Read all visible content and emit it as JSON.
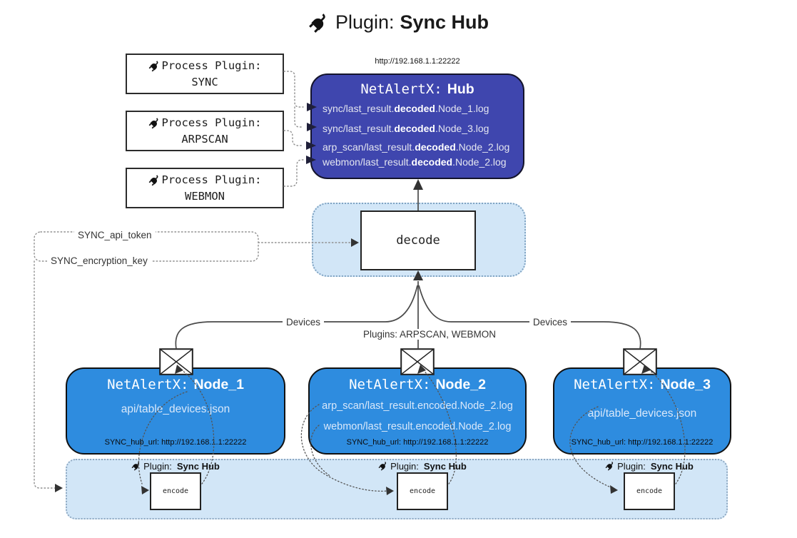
{
  "title": {
    "prefix": "Plugin:",
    "name": "Sync Hub"
  },
  "process_plugins": {
    "label": "Process Plugin:",
    "items": [
      {
        "name": "SYNC"
      },
      {
        "name": "ARPSCAN"
      },
      {
        "name": "WEBMON"
      }
    ]
  },
  "hub": {
    "url": "http://192.168.1.1:22222",
    "title_prefix": "NetAlertX:",
    "title_name": "Hub",
    "rows": [
      {
        "pre": "sync/last_result.",
        "bold": "decoded",
        "post": ".Node_1.log"
      },
      {
        "pre": "sync/last_result.",
        "bold": "decoded",
        "post": ".Node_3.log"
      },
      {
        "pre": "arp_scan/last_result.",
        "bold": "decoded",
        "post": ".Node_2.log"
      },
      {
        "pre": "webmon/last_result.",
        "bold": "decoded",
        "post": ".Node_2.log"
      }
    ]
  },
  "decode_box": {
    "label": "decode"
  },
  "config_labels": {
    "api_token": "SYNC_api_token",
    "encryption_key": "SYNC_encryption_key"
  },
  "edge_labels": {
    "devices_left": "Devices",
    "plugins_mid": "Plugins: ARPSCAN, WEBMON",
    "devices_right": "Devices"
  },
  "nodes": [
    {
      "title_prefix": "NetAlertX:",
      "title_name": "Node_1",
      "lines": [
        "api/table_devices.json"
      ],
      "hub_url": "SYNC_hub_url: http://192.168.1.1:22222"
    },
    {
      "title_prefix": "NetAlertX:",
      "title_name": "Node_2",
      "lines": [
        "arp_scan/last_result.encoded.Node_2.log",
        "webmon/last_result.encoded.Node_2.log"
      ],
      "hub_url": "SYNC_hub_url: http://192.168.1.1:22222"
    },
    {
      "title_prefix": "NetAlertX:",
      "title_name": "Node_3",
      "lines": [
        "api/table_devices.json"
      ],
      "hub_url": "SYNC_hub_url: http://192.168.1.1:22222"
    }
  ],
  "encode_bar": {
    "plugin_prefix": "Plugin:",
    "plugin_name": "Sync Hub",
    "encode_label": "encode"
  },
  "icons": {
    "plug": "plug-icon",
    "envelope": "envelope-icon"
  },
  "colors": {
    "hub_fill": "#3F46AE",
    "node_fill": "#2E8CDF",
    "panel_fill": "#D2E6F7",
    "panel_border": "#7FA3C2",
    "hub_text": "#E4E6F0",
    "node_text": "#D9E8FA"
  }
}
